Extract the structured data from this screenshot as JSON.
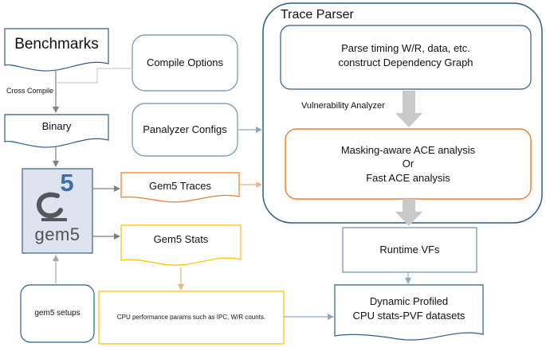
{
  "trace_parser": {
    "title": "Trace Parser"
  },
  "benchmarks": {
    "label": "Benchmarks"
  },
  "cross_compile": {
    "label": "Cross Compile"
  },
  "binary": {
    "label": "Binary"
  },
  "compile_options": {
    "label": "Compile Options"
  },
  "panalyzer_configs": {
    "label": "Panalyzer Configs"
  },
  "parse_timing": {
    "label": "Parse timing W/R, data, etc.\nconstruct Dependency Graph"
  },
  "vulnerability_analyzer": {
    "label": "Vulnerability Analyzer"
  },
  "ace_analysis": {
    "label": "Masking-aware ACE analysis\nOr\nFast ACE analysis"
  },
  "gem5_traces": {
    "label": "Gem5 Traces"
  },
  "gem5_stats": {
    "label": "Gem5 Stats"
  },
  "gem5_logo": {
    "mark": "5",
    "wordmark": "gem5"
  },
  "runtime_vfs": {
    "label": "Runtime VFs"
  },
  "gem5_setups": {
    "label": "gem5 setups"
  },
  "cpu_params": {
    "label": "CPU performance params such as IPC, W/R counts."
  },
  "datasets": {
    "label": "Dynamic Profiled\nCPU stats-PVF datasets"
  },
  "colors": {
    "blue_border": "#2f5d8a",
    "light_border": "#6f8fb0",
    "orange": "#ed7d31",
    "yellow": "#ffc000",
    "arrow_gray": "#a6a6a6",
    "arrow_blue": "#8ea9c8",
    "logo_bg": "#dde4ee"
  }
}
